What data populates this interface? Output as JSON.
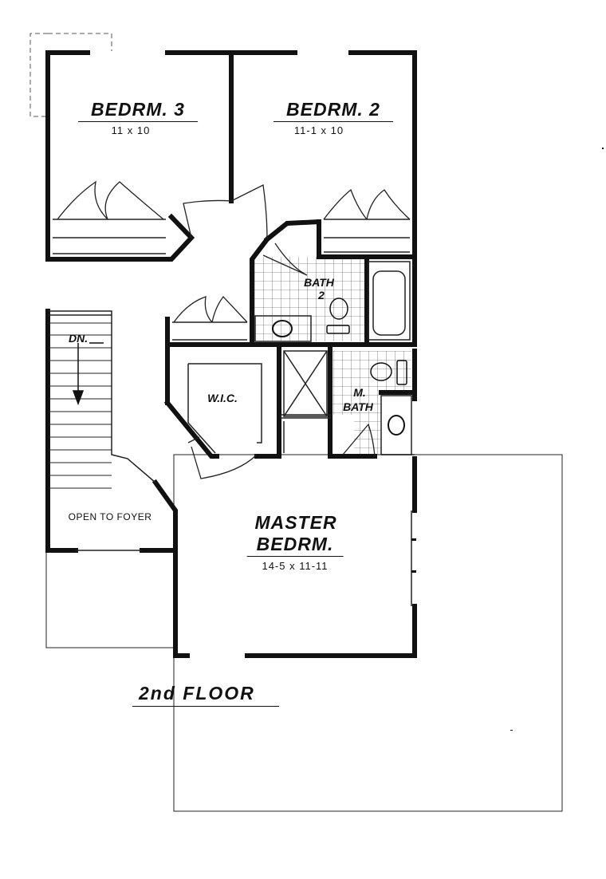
{
  "plan": {
    "title": "2nd FLOOR",
    "rooms": {
      "bedroom3": {
        "name": "BEDRM. 3",
        "size": "11 x 10"
      },
      "bedroom2": {
        "name": "BEDRM. 2",
        "size": "11-1 x 10"
      },
      "bath2": {
        "name": "BATH",
        "number": "2"
      },
      "wic": {
        "name": "W.I.C."
      },
      "master_bath": {
        "line1": "M.",
        "line2": "BATH"
      },
      "master": {
        "line1": "MASTER",
        "line2": "BEDRM.",
        "size": "14-5 x 11-11"
      },
      "open_foyer": {
        "name": "OPEN TO FOYER"
      },
      "stairs": {
        "label": "DN."
      }
    },
    "colors": {
      "wall": "#111111",
      "line": "#222222",
      "dash": "#555555"
    }
  }
}
